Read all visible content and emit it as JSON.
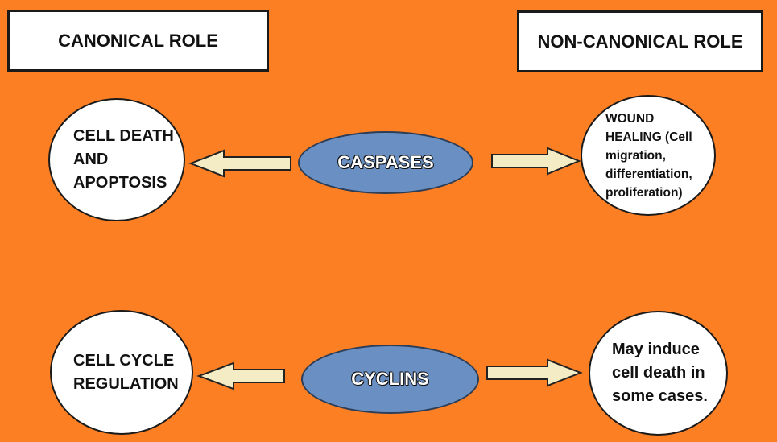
{
  "headers": {
    "canonical": "CANONICAL ROLE",
    "non_canonical": "NON-CANONICAL ROLE"
  },
  "rows": [
    {
      "center": "CASPASES",
      "canonical": "CELL DEATH\nAND\nAPOPTOSIS",
      "non_canonical": "WOUND\nHEALING (Cell\nmigration,\ndifferentiation,\nproliferation)"
    },
    {
      "center": "CYCLINS",
      "canonical": "CELL CYCLE\nREGULATION",
      "non_canonical": "May induce\ncell death in\nsome cases."
    }
  ],
  "colors": {
    "background": "#fd7f24",
    "ellipse_fill": "#6a8fc2",
    "arrow_fill": "#f3ecc4"
  }
}
